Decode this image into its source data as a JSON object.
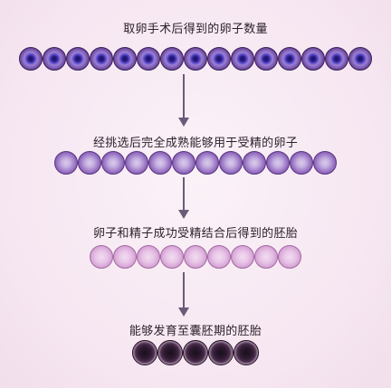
{
  "stages": [
    {
      "title": "取卵手术后得到的卵子数量",
      "count": 15,
      "kind": "egg-retrieved"
    },
    {
      "title": "经挑选后完全成熟能够用于受精的卵子",
      "count": 12,
      "kind": "egg-mature"
    },
    {
      "title": "卵子和精子成功受精结合后得到的胚胎",
      "count": 9,
      "kind": "embryo"
    },
    {
      "title": "能够发育至囊胚期的胚胎",
      "count": 5,
      "kind": "blastocyst"
    }
  ],
  "colors": {
    "background": "#f7eaf3",
    "arrow": "#6b5a78",
    "text": "#2a1f2a"
  }
}
